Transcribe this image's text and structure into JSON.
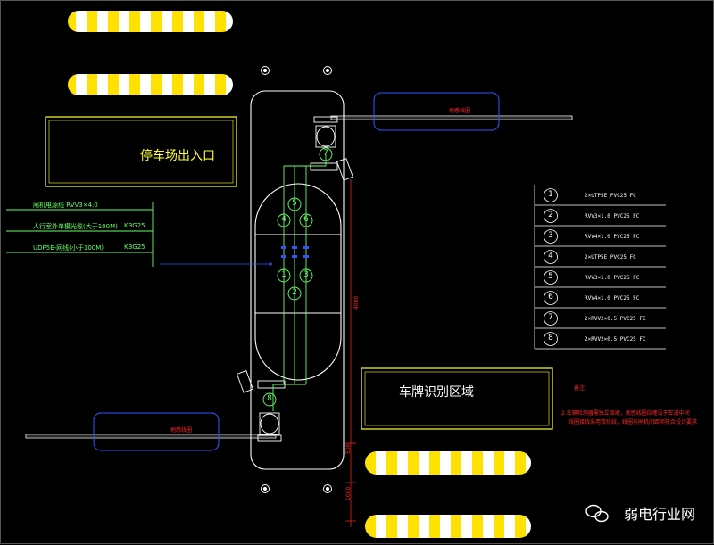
{
  "labels": {
    "left_box": "停车场出入口",
    "right_box": "车牌识别区域",
    "top_loop": "地感线圈",
    "bottom_loop": "地感线圈",
    "notes_title": "备注:",
    "notes_line1": "2.车辆检测器需独立接地，地感线圈应埋设于车道中间",
    "notes_line2": "线圈接线采用双绞线，线圈与闸机间距须符合设计要求"
  },
  "cables": [
    {
      "label": "闸机电源线 RVV3×4.0",
      "pipe": ""
    },
    {
      "label": "人行室外单模光缆(大于100M)",
      "pipe": "KBG25"
    },
    {
      "label": "UDP5E-网线(小于100M)",
      "pipe": "KBG25"
    }
  ],
  "legend": [
    {
      "num": "1",
      "code": "2×UTP5E PVC25 FC"
    },
    {
      "num": "2",
      "code": "RVV3×1.0  PVC25 FC"
    },
    {
      "num": "3",
      "code": "RVV4×1.0 PVC25 FC"
    },
    {
      "num": "4",
      "code": "2×UTP5E PVC25 FC"
    },
    {
      "num": "5",
      "code": "RVV3×1.0  PVC25 FC"
    },
    {
      "num": "6",
      "code": "RVV4×1.0 PVC25 FC"
    },
    {
      "num": "7",
      "code": "2×RVV2×0.5 PVC25 FC"
    },
    {
      "num": "8",
      "code": "2×RVV2×0.5 PVC25 FC"
    }
  ],
  "circle_nums": {
    "c7": "7",
    "c5": "5",
    "c4": "4",
    "c6": "6",
    "c1": "1",
    "c2": "2",
    "c3": "3",
    "c8": "8"
  },
  "dimensions": {
    "d1": "4000",
    "d2": "500",
    "d3": "1000"
  },
  "watermark": "弱电行业网",
  "colors": {
    "yellow": "#ffff33",
    "green": "#66ff66",
    "blue": "#3355ff",
    "red": "#ff2a2a",
    "white": "#ffffff"
  }
}
